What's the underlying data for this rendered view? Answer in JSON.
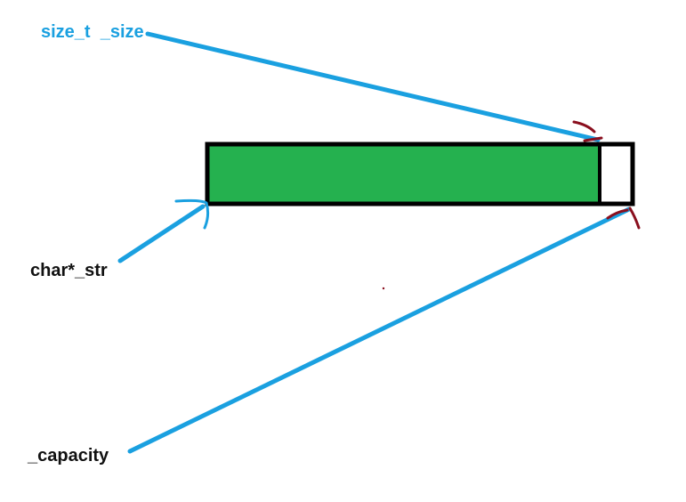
{
  "labels": {
    "size": "size_t  _size",
    "str": "char*_str",
    "capacity": "_capacity"
  },
  "colors": {
    "pointer_blue": "#1aa0e0",
    "buffer_green": "#25b14f",
    "outline_black": "#000000",
    "arrow_red": "#8a0f1e",
    "label_dark": "#111111",
    "background": "#ffffff"
  }
}
